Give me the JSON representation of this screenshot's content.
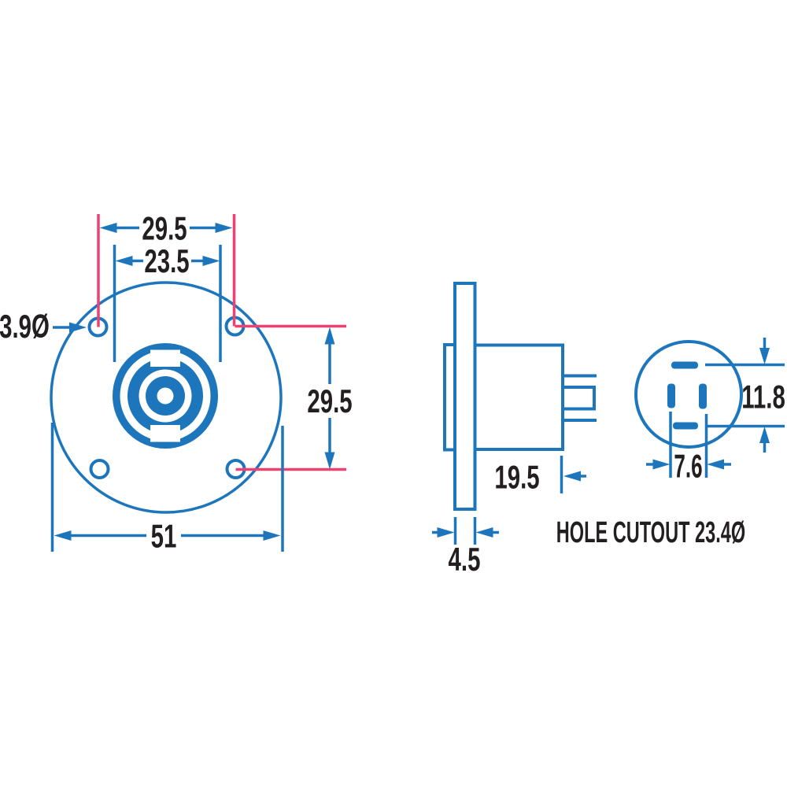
{
  "drawing": {
    "type": "connector-panel-mount-dimension-drawing",
    "front_view": {
      "dim_hole_spacing_outer": "29.5",
      "dim_hole_spacing_inner": "23.5",
      "mount_hole_diameter": "3.9Ø",
      "dim_hole_spacing_vertical": "29.5",
      "dim_flange_diameter": "51"
    },
    "side_view": {
      "dim_body_depth": "19.5",
      "dim_flange_thickness": "4.5"
    },
    "cutout_view": {
      "dim_slot_spacing": "7.6",
      "dim_slot_extent": "11.8",
      "label_hole_cutout": "HOLE CUTOUT 23.4Ø"
    },
    "colors": {
      "line_blue": "#1d76bc",
      "extension_pink": "#ee4170",
      "text_black": "#231f20",
      "background": "#ffffff"
    }
  }
}
